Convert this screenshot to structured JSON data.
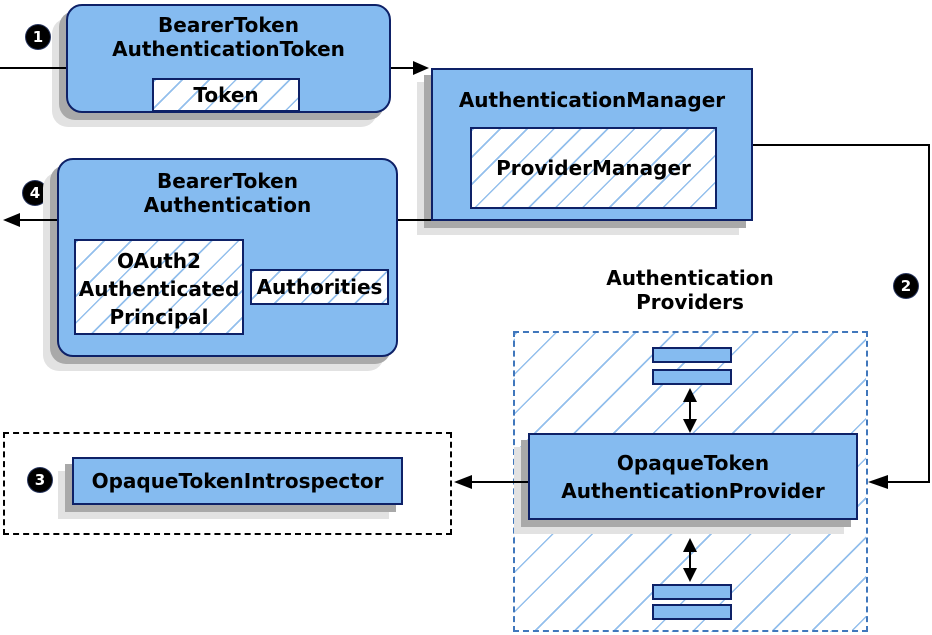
{
  "colors": {
    "box_fill": "#85BBF0",
    "box_border": "#0E2167",
    "hatch_line": "#93BFEC",
    "shadow_dark": "#A9A9A9",
    "shadow_light": "#E2E2E2",
    "dashed_blue": "#4077BC",
    "dashed_black": "#000000",
    "step_bg": "#000000",
    "step_fg": "#FFFFFF",
    "line": "#000000"
  },
  "nodes": {
    "bearer_token_authentication_token": {
      "line1": "BearerToken",
      "line2": "AuthenticationToken",
      "token": "Token"
    },
    "authentication_manager": {
      "title": "AuthenticationManager",
      "provider_manager": "ProviderManager"
    },
    "bearer_token_authentication": {
      "line1": "BearerToken",
      "line2": "Authentication",
      "principal_line1": "OAuth2",
      "principal_line2": "Authenticated",
      "principal_line3": "Principal",
      "authorities": "Authorities"
    },
    "authentication_providers_label": {
      "line1": "Authentication",
      "line2": "Providers"
    },
    "opaque_token_authentication_provider": {
      "line1": "OpaqueToken",
      "line2": "AuthenticationProvider"
    },
    "opaque_token_introspector": {
      "label": "OpaqueTokenIntrospector"
    }
  },
  "steps": {
    "one": "1",
    "two": "2",
    "three": "3",
    "four": "4"
  }
}
